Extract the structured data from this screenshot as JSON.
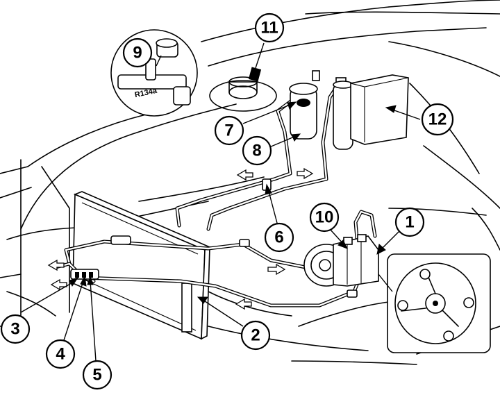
{
  "callouts": {
    "c1": "1",
    "c2": "2",
    "c3": "3",
    "c4": "4",
    "c5": "5",
    "c6": "6",
    "c7": "7",
    "c8": "8",
    "c9": "9",
    "c10": "10",
    "c11": "11",
    "c12": "12"
  },
  "detail_label": "R134a"
}
